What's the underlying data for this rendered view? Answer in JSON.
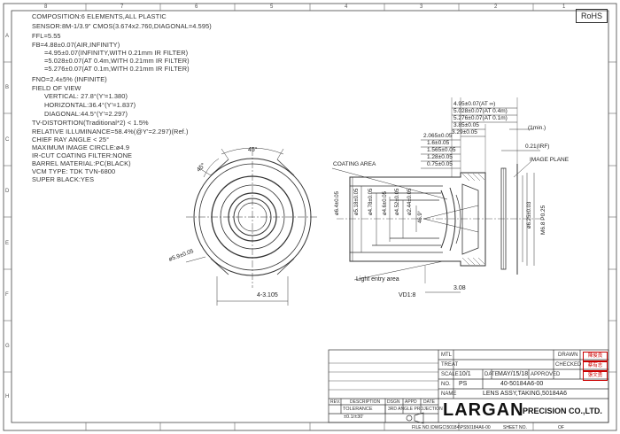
{
  "badge": "RoHS",
  "zone_columns": [
    "8",
    "7",
    "6",
    "5",
    "4",
    "3",
    "2",
    "1"
  ],
  "zone_rows": [
    "A",
    "B",
    "C",
    "D",
    "E",
    "F",
    "G",
    "H"
  ],
  "specs": [
    "COMPOSITION:6 ELEMENTS,ALL PLASTIC",
    "SENSOR:8M-1/3.9\" CMOS(3.674x2.760,DIAGONAL=4.595)",
    "FFL=5.55",
    "FB=4.88±0.07(AIR,INFINITY)",
    "=4.95±0.07(INFINITY,WITH 0.21mm IR FILTER)",
    "=5.028±0.07(AT 0.4m,WITH 0.21mm IR FILTER)",
    "=5.276±0.07(AT 0.1m,WITH 0.21mm IR FILTER)",
    "FNO=2.4±5% (INFINITE)",
    "FIELD OF VIEW",
    "VERTICAL: 27.8°(Y'=1.380)",
    "HORIZONTAL:36.4°(Y'=1.837)",
    "DIAGONAL:44.5°(Y'=2.297)",
    "TV-DISTORTION(Traditional*2) < 1.5%",
    "RELATIVE ILLUMINANCE=58.4%(@Y'=2.297)(Ref.)",
    "CHIEF RAY ANGLE < 25°",
    "MAXIMUM IMAGE CIRCLE:ø4.9",
    "IR-CUT COATING FILTER:NONE",
    "BARREL MATERIAL:PC(BLACK)",
    "VCM TYPE: TDK TVN-6800",
    "SUPER BLACK:YES"
  ],
  "front_view": {
    "angle_45a": "45°",
    "angle_45b": "45°",
    "diameter": "ø5.9±0.05",
    "width": "4-3.105"
  },
  "section": {
    "fb1": "4.95±0.07(AT ∞)",
    "fb2": "5.028±0.07(AT 0.4m)",
    "fb3": "5.276±0.07(AT 0.1m)",
    "d385": "3.85±0.05",
    "d329": "3.29±0.05",
    "d2065": "2.065±0.05",
    "min1": "(1min.)",
    "d16": "1.6±0.05",
    "d1565": "1.565±0.05",
    "d128": "1.28±0.05",
    "d075": "0.75±0.05",
    "irf": "0.21(IRF)",
    "coating": "COATING AREA",
    "image_plane": "IMAGE PLANE",
    "v64": "ø6.4±0.05",
    "v518": "ø5.18±0.05",
    "v478": "ø4.78±0.05",
    "v46": "ø4.6±0.05",
    "v452": "ø4.52±0.05",
    "v244": "ø2.44±0.05",
    "angle": "46.9°",
    "v625": "ø6.25±0.03",
    "thread": "M6.8 P0.25",
    "light_entry": "Light entry area",
    "vd": "VD1:8",
    "len308": "3.08"
  },
  "title_block": {
    "mtl_label": "MTL",
    "treat_label": "TREAT",
    "scale_label": "SCALE",
    "scale_value": "10/1",
    "date_label": "DATE",
    "date_value": "MAY/15/18",
    "approved_label": "APPROVED",
    "no_label": "NO.",
    "no_value": "PS",
    "part_no": "40-50184A6-00",
    "name_label": "NAME",
    "name_value": "LENS ASSY,TAKING,50184A6",
    "drawn_label": "DRAWN",
    "checked_label": "CHECKED",
    "rev_label": "REV.",
    "description_label": "DESCRIPTION",
    "dsgn_label": "DSGN",
    "appd_label": "APPD",
    "date2_label": "DATE",
    "tolerance_label": "TOLERANCE",
    "tolerance_value": "±0.1/±30'",
    "projection_label": "3RD ANGLE PROJECTION",
    "company_logo": "LARGAN",
    "company_name": "PRECISION CO.,LTD.",
    "file_no": "FILE NO.\\DWGC\\50184\\PS50184A6-00",
    "sheet_no": "SHEET NO.",
    "of": "OF",
    "stamp1": "陳俊良",
    "stamp2": "蔡有志",
    "stamp3": "張文勇"
  }
}
